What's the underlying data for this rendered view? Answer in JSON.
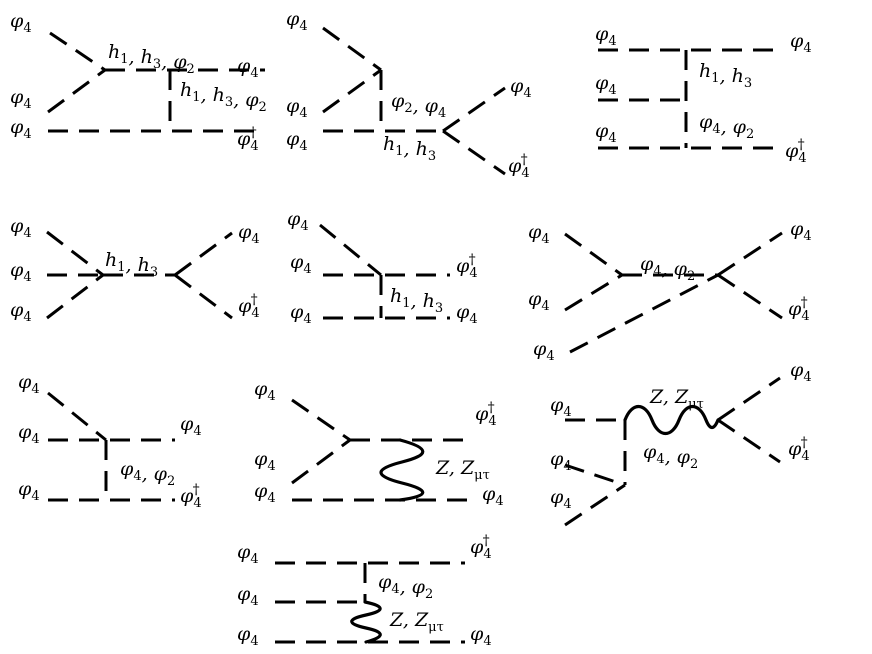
{
  "diagrams": [
    {
      "id": "d1",
      "labels": {
        "ext_left_top": "φ4",
        "ext_left_mid": "φ4",
        "ext_left_bot": "φ4",
        "ext_right_top": "φ4",
        "ext_right_bot": "φ4†",
        "internal_horizontal": "h1, h3, φ2",
        "internal_vertical": "h1, h3, φ2"
      }
    },
    {
      "id": "d2",
      "labels": {
        "ext_left_top": "φ4",
        "ext_left_mid": "φ4",
        "ext_left_bot": "φ4",
        "ext_right_top": "φ4",
        "ext_right_bot": "φ4†",
        "internal_vertical": "φ2, φ4",
        "internal_horizontal": "h1, h3"
      }
    },
    {
      "id": "d3",
      "labels": {
        "ext_left_top": "φ4",
        "ext_left_mid": "φ4",
        "ext_left_bot": "φ4",
        "ext_right_top": "φ4",
        "ext_right_bot": "φ4†",
        "internal_upper": "h1, h3",
        "internal_lower": "φ4, φ2"
      }
    },
    {
      "id": "d4",
      "labels": {
        "ext_left_top": "φ4",
        "ext_left_mid": "φ4",
        "ext_left_bot": "φ4",
        "ext_right_top": "φ4",
        "ext_right_bot": "φ4†",
        "internal_horizontal": "h1, h3"
      }
    },
    {
      "id": "d5",
      "labels": {
        "ext_left_top": "φ4",
        "ext_left_mid": "φ4",
        "ext_left_bot": "φ4",
        "ext_right_top": "φ4†",
        "ext_right_bot": "φ4",
        "internal_vertical": "h1, h3"
      }
    },
    {
      "id": "d6",
      "labels": {
        "ext_left_top": "φ4",
        "ext_left_mid": "φ4",
        "ext_left_bot": "φ4",
        "ext_right_top": "φ4",
        "ext_right_bot": "φ4†",
        "internal_horizontal": "φ4, φ2"
      }
    },
    {
      "id": "d7",
      "labels": {
        "ext_left_top": "φ4",
        "ext_left_mid": "φ4",
        "ext_left_bot": "φ4",
        "ext_right_top": "φ4",
        "ext_right_bot": "φ4†",
        "internal_vertical": "φ4, φ2"
      }
    },
    {
      "id": "d8",
      "labels": {
        "ext_left_top": "φ4",
        "ext_left_mid": "φ4",
        "ext_left_bot": "φ4",
        "ext_right_top": "φ4†",
        "ext_right_bot": "φ4",
        "internal_wavy": "Z, Zμτ"
      }
    },
    {
      "id": "d9",
      "labels": {
        "ext_left_top": "φ4",
        "ext_left_mid": "φ4",
        "ext_left_bot": "φ4",
        "ext_right_top": "φ4",
        "ext_right_bot": "φ4†",
        "internal_wavy": "Z, Zμτ",
        "internal_dashed": "φ4, φ2"
      }
    },
    {
      "id": "d10",
      "labels": {
        "ext_left_top": "φ4",
        "ext_left_mid": "φ4",
        "ext_left_bot": "φ4",
        "ext_right_top": "φ4†",
        "ext_right_bot": "φ4",
        "internal_dashed": "φ4, φ2",
        "internal_wavy": "Z, Zμτ"
      }
    }
  ]
}
